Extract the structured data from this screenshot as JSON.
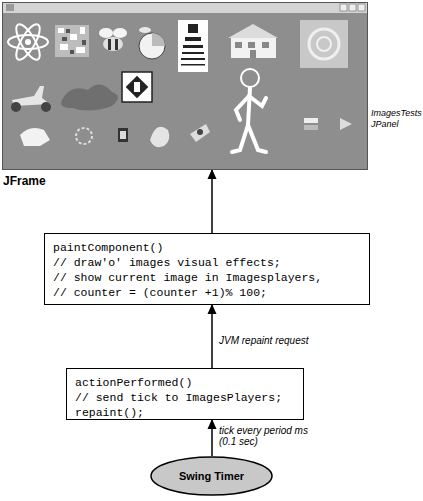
{
  "diagram": {
    "nodes": [
      {
        "text": [
          "JFrame"
        ]
      },
      {
        "text": [
          "paintComponent()",
          "// draw'o' images visual effects;",
          "// show current image in Imagesplayers,",
          "// counter = (counter +1)% 100;"
        ]
      },
      {
        "text": [
          "actionPerformed()",
          "// send tick to ImagesPlayers;",
          "repaint();"
        ]
      },
      {
        "text": [
          "Swing Timer"
        ]
      }
    ],
    "edges": [
      {
        "from": 3,
        "to": 2,
        "label": "tick every period ms (0.1 sec)",
        "arrow": "to"
      },
      {
        "from": 2,
        "to": 1,
        "label": "JVM repaint request",
        "arrow": "to"
      },
      {
        "from": 1,
        "to": 0,
        "arrow": "to"
      }
    ],
    "labels": [
      "ImagesTests JPanel"
    ]
  }
}
